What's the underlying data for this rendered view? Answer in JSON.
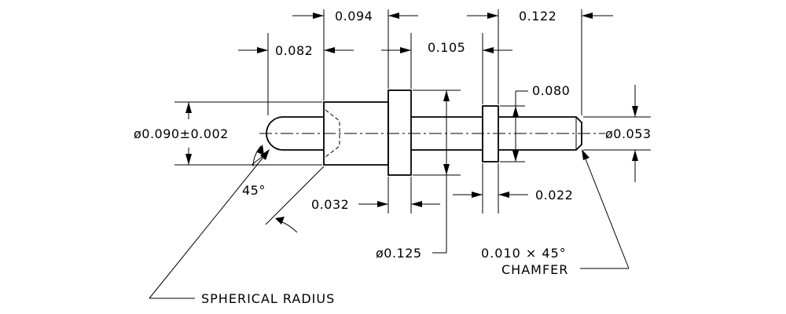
{
  "dimensions": {
    "seg_094": "0.094",
    "seg_122": "0.122",
    "seg_082": "0.082",
    "seg_105": "0.105",
    "dia_080": "0.080",
    "dia_head": "ø0.090±0.002",
    "dia_tip": "ø0.053",
    "angle": "45°",
    "seg_032": "0.032",
    "seg_022": "0.022",
    "dia_collar": "ø0.125"
  },
  "notes": {
    "chamfer_line1": "0.010 × 45°",
    "chamfer_line2": "CHAMFER",
    "spherical_radius": "SPHERICAL RADIUS"
  }
}
